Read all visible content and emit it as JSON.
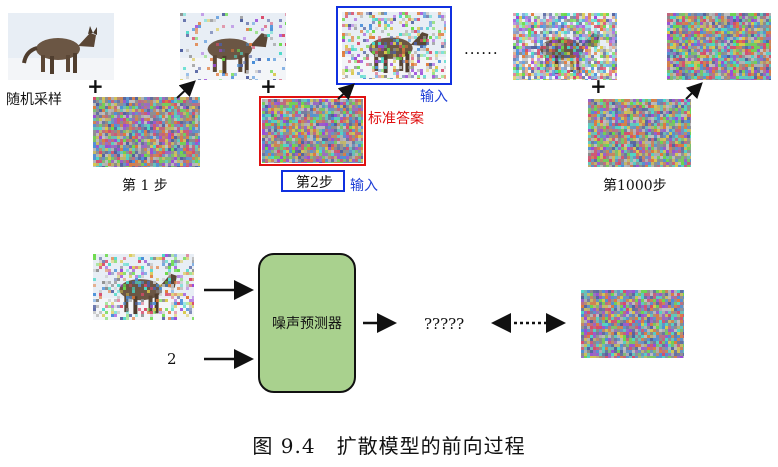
{
  "labels": {
    "random_sample": "随机采样",
    "step1": "第 1 步",
    "step2": "第2步",
    "step1000": "第1000步",
    "input_top": "输入",
    "input_bottom": "输入",
    "ground_truth": "标准答案",
    "ellipsis": "......",
    "plus": "+",
    "predictor": "噪声预测器",
    "step_number": "2",
    "unknown_output": "?????",
    "caption": "图 9.4　扩散模型的前向过程"
  },
  "colors": {
    "input_box": "#1030e0",
    "answer_box": "#e01010",
    "predictor_fill": "#a9d18e",
    "snow": "#e9edf3",
    "cat": "#5a4636"
  }
}
